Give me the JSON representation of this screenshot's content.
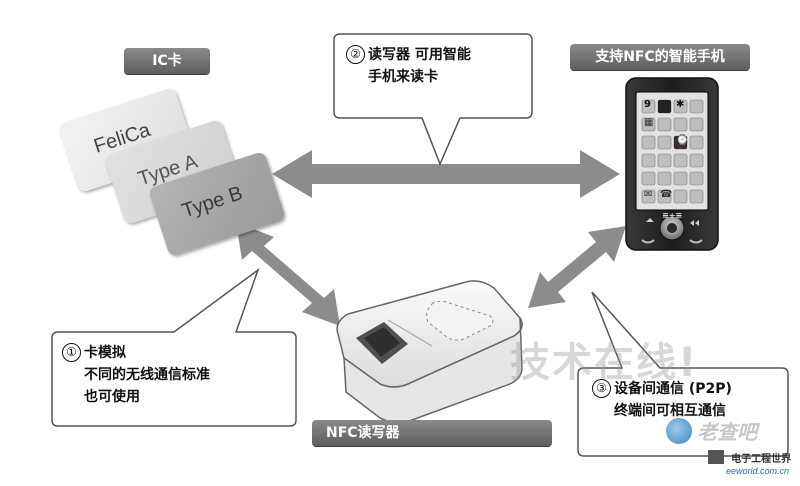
{
  "labels": {
    "ic_card": "IC卡",
    "smartphone": "支持NFC的智能手机",
    "reader": "NFC读写器"
  },
  "cards": [
    "FeliCa",
    "Type A",
    "Type B"
  ],
  "callouts": [
    {
      "num": "②",
      "lines": [
        "读写器 可用智能",
        "手机来读卡"
      ]
    },
    {
      "num": "①",
      "lines": [
        "卡模拟",
        "不同的无线通信标准",
        "也可使用"
      ]
    },
    {
      "num": "③",
      "lines": [
        "设备间通信 (P2P)",
        "终端间可相互通信"
      ]
    }
  ],
  "phone": {
    "screen_glyphs": [
      "9",
      "✱",
      "▦",
      "⌚",
      "✉",
      "☎"
    ],
    "bottom_text": "≡+≡"
  },
  "watermark": "技术在线!",
  "logos": {
    "main": "老查吧",
    "sub1": "电子工程世界",
    "sub2": "eeworld.com.cn"
  },
  "colors": {
    "arrow": "#8c8c8c",
    "pill": "#6e6e6e",
    "card_light": "#e9e9e9",
    "card_mid": "#d2d2d2",
    "card_dark": "#a8a8a8"
  }
}
